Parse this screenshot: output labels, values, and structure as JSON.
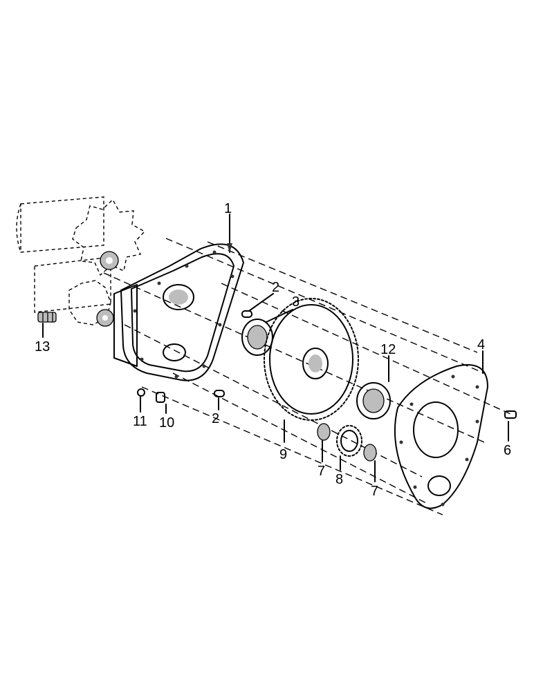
{
  "callouts": {
    "p1": "1",
    "p2a": "2",
    "p2b": "2",
    "p3": "3",
    "p4": "4",
    "p6": "6",
    "p7a": "7",
    "p7b": "7",
    "p8": "8",
    "p9": "9",
    "p10": "10",
    "p11": "11",
    "p12": "12",
    "p13": "13"
  }
}
